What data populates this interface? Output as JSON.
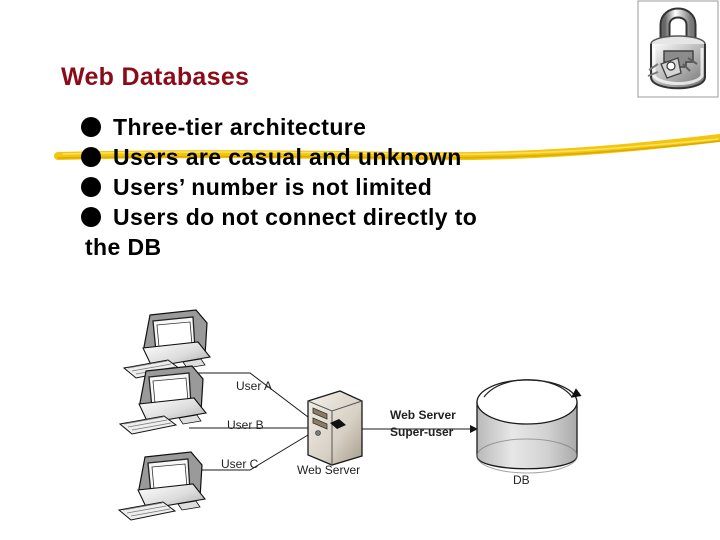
{
  "slide": {
    "title": "Web Databases",
    "bullets": [
      {
        "text": "Three-tier architecture"
      },
      {
        "text": "Users are casual and unknown"
      },
      {
        "text": "Users’ number is not limited"
      },
      {
        "text": "Users do not connect directly to",
        "continuation": "the DB"
      }
    ]
  },
  "diagram": {
    "users": [
      {
        "label": "User A"
      },
      {
        "label": "User B"
      },
      {
        "label": "User C"
      }
    ],
    "web_server_label": "Web Server",
    "db_user_label_line1": "Web Server",
    "db_user_label_line2": "Super-user",
    "database_label": "DB"
  },
  "colors": {
    "title": "#8b0b18",
    "highlight": "#f2c200",
    "computer_gray": "#d9d9d9",
    "outline": "#2b2b2b"
  },
  "icons": {
    "lock": "lock-icon",
    "computer": "desktop-computer-icon",
    "server": "server-tower-icon",
    "database": "database-cylinder-icon"
  }
}
